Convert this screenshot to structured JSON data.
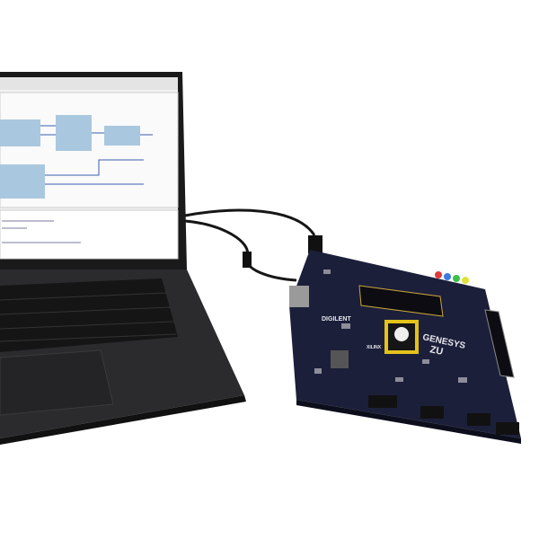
{
  "scene": {
    "description_labels": {
      "board_brand": "DIGILENT",
      "board_name_line1": "GENESYS",
      "board_name_line2": "ZU",
      "chip_brand": "XILINX"
    }
  },
  "colors": {
    "board": "#1c1f3a",
    "laptop_body": "#2a2a2c",
    "screen_bg": "#f2f2f2",
    "diagram_block": "#a9c8df",
    "leds": [
      "#e03a3a",
      "#3a7be0",
      "#3ac04a",
      "#e0e03a"
    ]
  }
}
